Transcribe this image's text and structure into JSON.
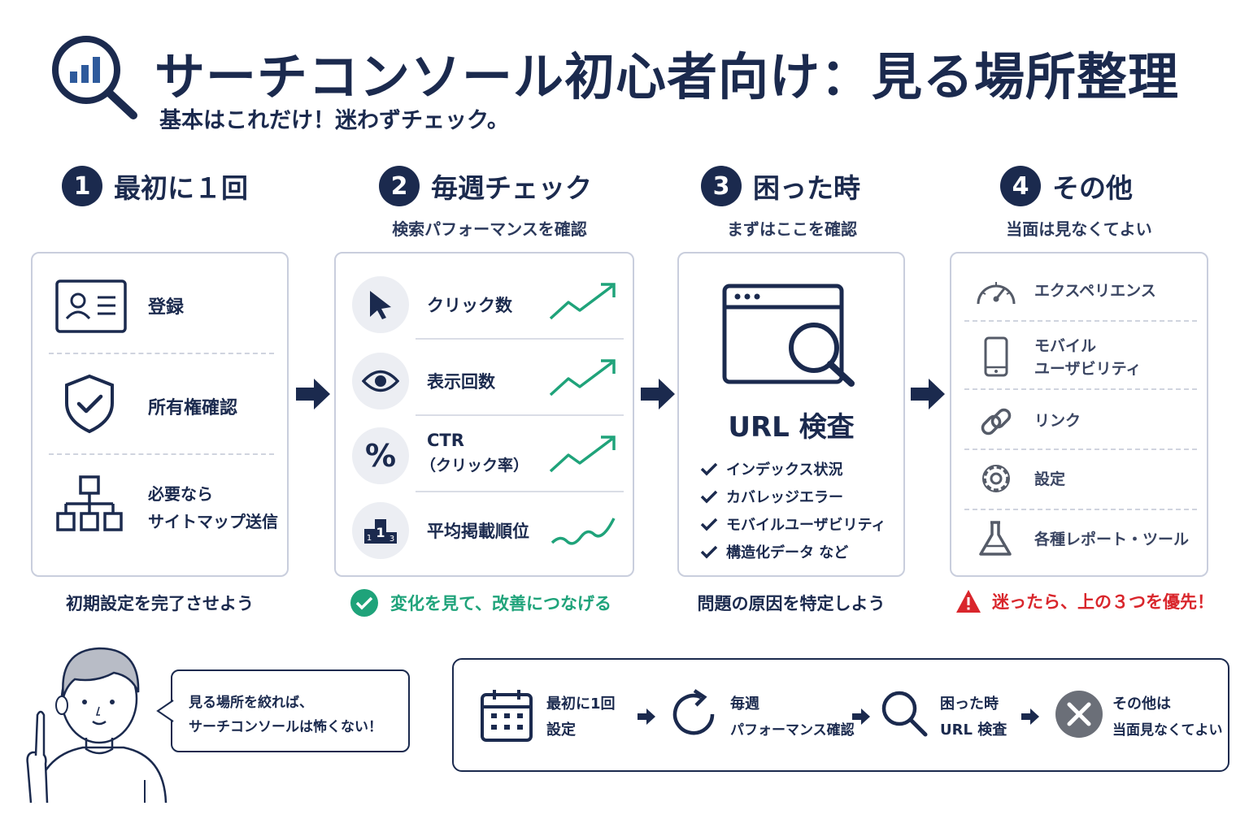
{
  "header": {
    "title": "サーチコンソール初心者向け：見る場所整理",
    "subtitle": "基本はこれだけ！迷わずチェック。"
  },
  "sections": [
    {
      "number": "1",
      "heading": "最初に１回",
      "subheading": "",
      "items": [
        "登録",
        "所有権確認",
        "必要なら",
        "サイトマップ送信"
      ],
      "caption": "初期設定を完了させよう"
    },
    {
      "number": "2",
      "heading": "毎週チェック",
      "subheading": "検索パフォーマンスを確認",
      "items": [
        "クリック数",
        "表示回数",
        "CTR",
        "（クリック率）",
        "平均掲載順位"
      ],
      "caption": "変化を見て、改善につなげる"
    },
    {
      "number": "3",
      "heading": "困った時",
      "subheading": "まずはここを確認",
      "card_title": "URL 検査",
      "checks": [
        "インデックス状況",
        "カバレッジエラー",
        "モバイルユーザビリティ",
        "構造化データ など"
      ],
      "caption": "問題の原因を特定しよう"
    },
    {
      "number": "4",
      "heading": "その他",
      "subheading": "当面は見なくてよい",
      "items": [
        "エクスペリエンス",
        "モバイル",
        "ユーザビリティ",
        "リンク",
        "設定",
        "各種レポート・ツール"
      ],
      "caption": "迷ったら、上の３つを優先！"
    }
  ],
  "speech": {
    "line1": "見る場所を絞れば、",
    "line2": "サーチコンソールは怖くない！"
  },
  "flow": [
    {
      "line1": "最初に1回",
      "line2": "設定"
    },
    {
      "line1": "毎週",
      "line2": "パフォーマンス確認"
    },
    {
      "line1": "困った時",
      "line2": "URL 検査"
    },
    {
      "line1": "その他は",
      "line2": "当面見なくてよい"
    }
  ],
  "colors": {
    "navy": "#1b2a4e",
    "green": "#1fa37a",
    "red": "#d9262c",
    "card_border": "#c9cedd"
  },
  "icons": [
    "search-analytics-icon",
    "id-card-icon",
    "shield-check-icon",
    "sitemap-icon",
    "cursor-icon",
    "eye-icon",
    "percent-icon",
    "podium-icon",
    "trend-up-icon",
    "browser-search-icon",
    "check-icon",
    "gauge-icon",
    "smartphone-icon",
    "link-icon",
    "gear-icon",
    "flask-icon",
    "warning-icon",
    "calendar-icon",
    "refresh-icon",
    "magnifier-icon",
    "close-circle-icon"
  ]
}
